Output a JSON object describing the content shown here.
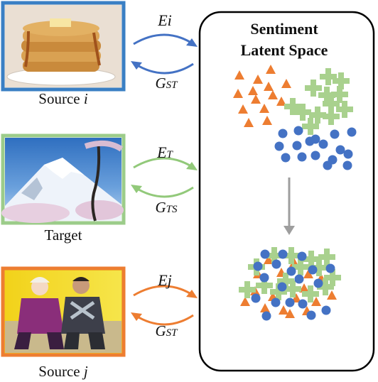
{
  "sources": [
    {
      "label_prefix": "Source ",
      "label_var": "i",
      "frame_color": "#3a7fc4",
      "pair_color": "#4472c4",
      "encoder": {
        "main": "E",
        "sub": "i"
      },
      "generator": {
        "main": "G",
        "sub": "ST"
      }
    },
    {
      "label_prefix": "Target",
      "label_var": "",
      "frame_color": "#9ccc8a",
      "pair_color": "#92c97a",
      "encoder": {
        "main": "E",
        "sub": "T"
      },
      "generator": {
        "main": "G",
        "sub": "TS"
      }
    },
    {
      "label_prefix": "Source ",
      "label_var": "j",
      "frame_color": "#ed7d31",
      "pair_color": "#ed7d31",
      "encoder": {
        "main": "E",
        "sub": "j"
      },
      "generator": {
        "main": "G",
        "sub": "ST"
      }
    }
  ],
  "latent_space": {
    "title_line1": "Sentiment",
    "title_line2": "Latent Space",
    "arrow_color": "#9e9e9e"
  },
  "marker_colors": {
    "triangle": "#ed7d31",
    "cross": "#a9d18e",
    "circle": "#4472c4"
  }
}
